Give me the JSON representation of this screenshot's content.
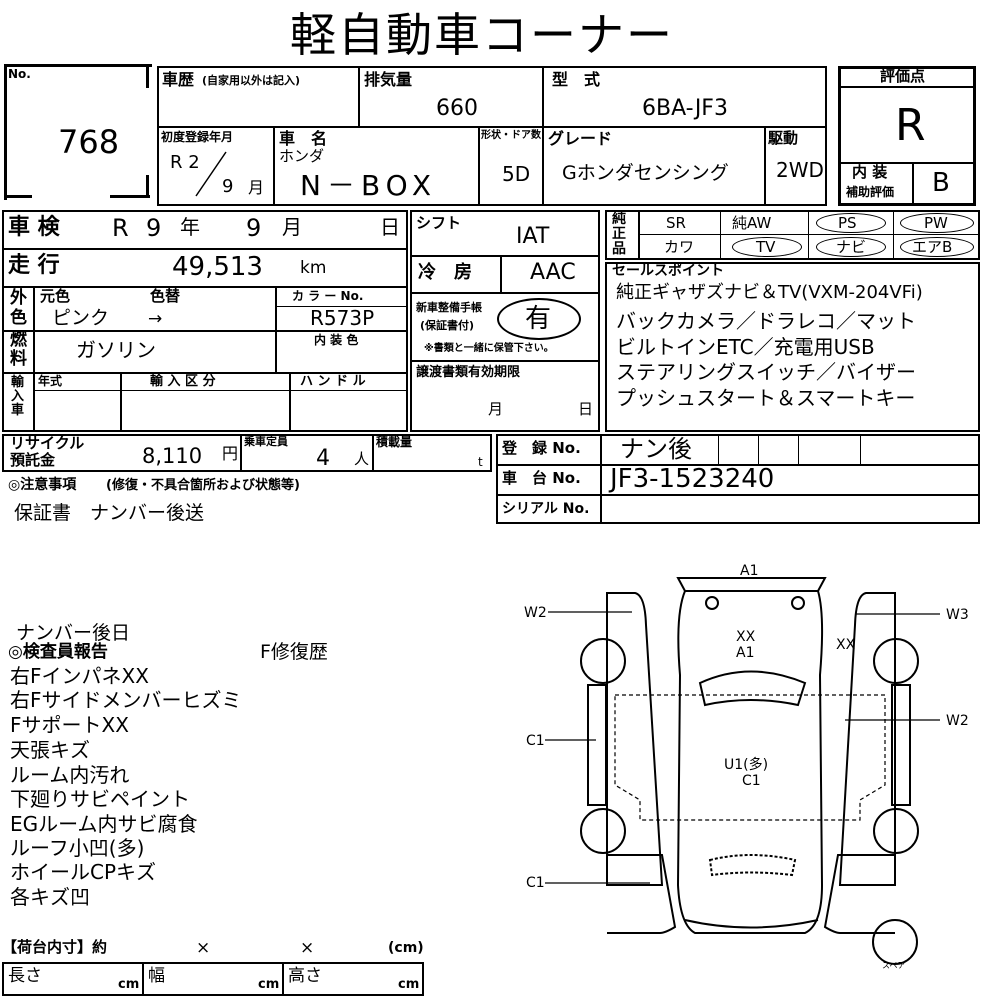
{
  "title": "軽自動車コーナー",
  "lot": {
    "label": "No.",
    "number": "768"
  },
  "history": {
    "label": "車歴",
    "note": "(自家用以外は記入)"
  },
  "displacement": {
    "label": "排気量",
    "value": "660"
  },
  "model": {
    "label": "型　式",
    "value": "6BA-JF3"
  },
  "rating": {
    "label": "評価点",
    "value": "R",
    "interior_label_1": "内 装",
    "interior_label_2": "補助評価",
    "interior_value": "B"
  },
  "first_reg": {
    "label": "初度登録年月",
    "era_year": "R 2",
    "month": "9",
    "month_unit": "月"
  },
  "car_name": {
    "label": "車　名",
    "maker": "ホンダ",
    "value": "N－BOX"
  },
  "shape": {
    "label": "形状・ドア数",
    "value": "5D"
  },
  "grade": {
    "label": "グレード",
    "value": "Gホンダセンシング"
  },
  "drive": {
    "label": "駆動",
    "value": "2WD"
  },
  "inspection": {
    "label": "車 検",
    "era": "R",
    "year": "9",
    "year_unit": "年",
    "month": "9",
    "month_unit": "月",
    "day_unit": "日"
  },
  "mileage": {
    "label": "走 行",
    "value": "49,513",
    "unit": "km"
  },
  "exterior": {
    "label_1": "外",
    "label_2": "色",
    "orig_label": "元色",
    "change_label": "色替",
    "value": "ピンク",
    "arrow": "→",
    "color_no_label": "カ ラ ー No.",
    "color_no": "R573P"
  },
  "fuel": {
    "label_1": "燃",
    "label_2": "料",
    "value": "ガソリン",
    "interior_color_label": "内 装 色"
  },
  "import": {
    "label": "輸入車",
    "year_label": "年式",
    "class_label": "輸 入 区 分",
    "handle_label": "ハ ン ド ル"
  },
  "shift": {
    "label": "シフト",
    "value": "IAT"
  },
  "ac": {
    "label": "冷　房",
    "value": "AAC"
  },
  "manual": {
    "label_1": "新車整備手帳",
    "label_2": "(保証書付)",
    "value": "有",
    "note": "※書類と一緒に保管下さい。"
  },
  "transfer": {
    "label": "譲渡書類有効期限",
    "month_unit": "月",
    "day_unit": "日"
  },
  "equipment": {
    "label": "純正品",
    "items": [
      "SR",
      "純AW",
      "PS",
      "PW",
      "カワ",
      "TV",
      "ナビ",
      "エアB"
    ]
  },
  "sales_points": {
    "label": "セールスポイント",
    "lines": [
      "純正ギャザズナビ＆TV(VXM-204VFi)",
      "バックカメラ／ドラレコ／マット",
      "ビルトインETC／充電用USB",
      "ステアリングスイッチ／バイザー",
      "プッシュスタート＆スマートキー"
    ]
  },
  "recycle": {
    "label_1": "リサイクル",
    "label_2": "預託金",
    "value": "8,110",
    "unit": "円"
  },
  "capacity": {
    "label": "乗車定員",
    "value": "4",
    "unit": "人"
  },
  "load": {
    "label": "積載量",
    "unit": "t"
  },
  "registration": {
    "label": "登　録 No.",
    "value": "ナン後"
  },
  "chassis": {
    "label": "車　台 No.",
    "value": "JF3-1523240"
  },
  "serial": {
    "label": "シリアル No."
  },
  "notes": {
    "label": "◎注意事項",
    "sub": "(修復・不具合箇所および状態等)",
    "text": "保証書　ナンバー後送"
  },
  "inspector": {
    "top_note": "ナンバー後日",
    "label": "◎検査員報告",
    "repair": "F修復歴",
    "lines": [
      "右FインパネXX",
      "右Fサイドメンバーヒズミ",
      "FサポートXX",
      "天張キズ",
      "ルーム内汚れ",
      "下廻りサビペイント",
      "EGルーム内サビ腐食",
      "ルーフ小凹(多)",
      "ホイールCPキズ",
      "各キズ凹"
    ]
  },
  "cargo": {
    "label": "【荷台内寸】約",
    "x1": "×",
    "x2": "×",
    "unit": "(cm)",
    "length_label": "長さ",
    "width_label": "幅",
    "height_label": "高さ",
    "cm": "cm"
  },
  "diagram": {
    "a1_top": "A1",
    "w2_left": "W2",
    "w3_right": "W3",
    "xx_center": "XX",
    "a1_center": "A1",
    "xx_right": "XX",
    "w2_right": "W2",
    "c1_left": "C1",
    "u1": "U1(多)",
    "c1_center": "C1",
    "c1_bottom": "C1",
    "spare": "スペア"
  }
}
